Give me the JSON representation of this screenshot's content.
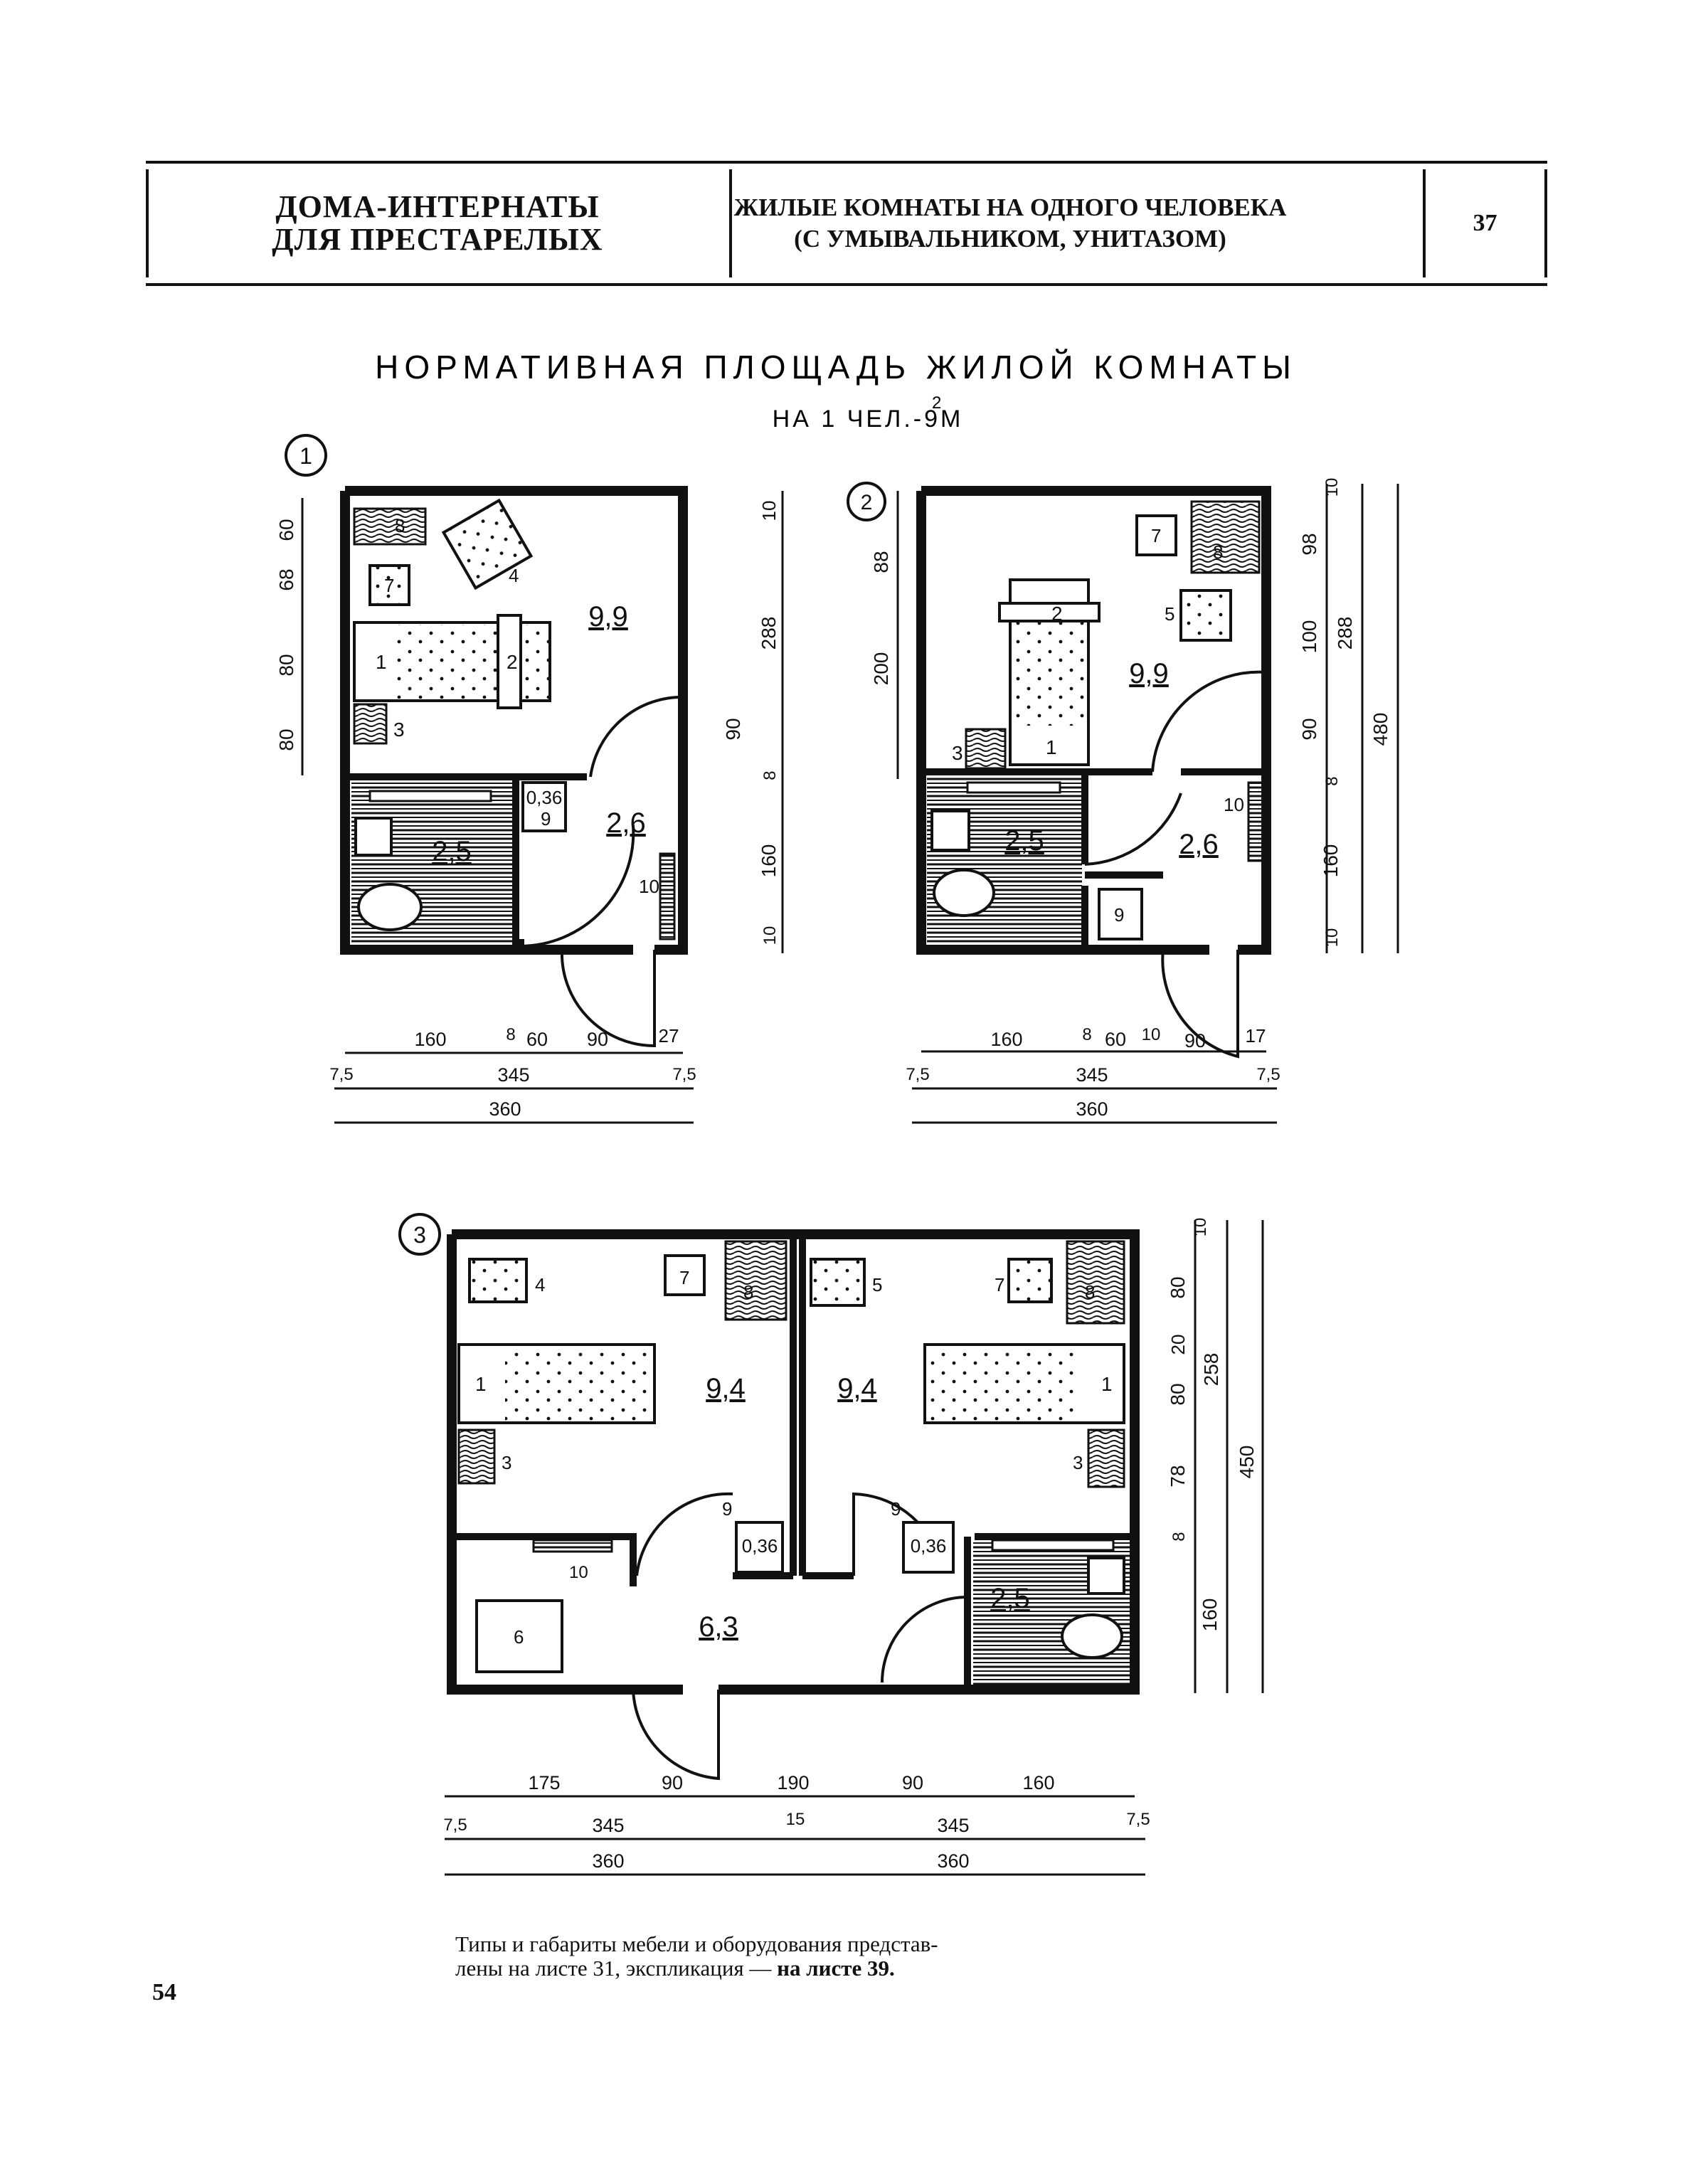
{
  "header": {
    "left_line1": "ДОМА-ИНТЕРНАТЫ",
    "left_line2": "ДЛЯ ПРЕСТАРЕЛЫХ",
    "mid_line1": "ЖИЛЫЕ КОМНАТЫ НА ОДНОГО ЧЕЛОВЕКА",
    "mid_line2": "(С УМЫВАЛЬНИКОМ, УНИТАЗОМ)",
    "sheet_number": "37"
  },
  "heading": {
    "title": "НОРМАТИВНАЯ ПЛОЩАДЬ ЖИЛОЙ КОМНАТЫ",
    "subtitle": "НА 1 ЧЕЛ.-9М",
    "superscript": "2"
  },
  "plan1": {
    "marker": "1",
    "room_area": "9,9",
    "bath_area": "2,5",
    "hall_area": "2,6",
    "closet_area": "0,36",
    "furniture": [
      "1",
      "2",
      "3",
      "4",
      "7",
      "8",
      "9",
      "10"
    ],
    "dims_left": [
      "60",
      "68",
      "80",
      "80"
    ],
    "dims_right": [
      "10",
      "288",
      "90",
      "8",
      "160",
      "10"
    ],
    "dims_bottom_row1": [
      "160",
      "8",
      "60",
      "90",
      "27"
    ],
    "dims_bottom_row2": [
      "7,5",
      "345",
      "7,5"
    ],
    "dims_bottom_row3": [
      "360"
    ]
  },
  "plan2": {
    "marker": "2",
    "room_area": "9,9",
    "bath_area": "2,5",
    "hall_area": "2,6",
    "furniture": [
      "1",
      "2",
      "3",
      "5",
      "7",
      "8",
      "9",
      "10"
    ],
    "dims_left": [
      "88",
      "200"
    ],
    "dims_right_inner": [
      "10",
      "98",
      "100",
      "90",
      "8",
      "160",
      "10"
    ],
    "dims_right_mid": [
      "288"
    ],
    "dims_right_outer": [
      "480"
    ],
    "dims_bottom_row1": [
      "160",
      "8",
      "60",
      "10",
      "90",
      "17"
    ],
    "dims_bottom_row2": [
      "7,5",
      "345",
      "7,5"
    ],
    "dims_bottom_row3": [
      "360"
    ]
  },
  "plan3": {
    "marker": "3",
    "room_left_area": "9,4",
    "room_right_area": "9,4",
    "hall_area": "6,3",
    "bath_area": "2,5",
    "closet_left": "0,36",
    "closet_right": "0,36",
    "furniture_left": [
      "4",
      "7",
      "8",
      "1",
      "3",
      "9",
      "10",
      "6"
    ],
    "furniture_right": [
      "5",
      "7",
      "8",
      "1",
      "3",
      "9"
    ],
    "dims_right_inner": [
      "10",
      "80",
      "20",
      "80",
      "78",
      "8",
      "160"
    ],
    "dims_right_mid": [
      "258"
    ],
    "dims_right_outer": [
      "450"
    ],
    "dims_bottom_row1": [
      "175",
      "90",
      "190",
      "90",
      "160"
    ],
    "dims_bottom_row2": [
      "7,5",
      "345",
      "15",
      "345",
      "7,5"
    ],
    "dims_bottom_row3": [
      "360",
      "360"
    ]
  },
  "caption": {
    "text_a": "Типы и габариты мебели и оборудования представ-",
    "text_b": "лены на листе 31, экспликация —",
    "text_b_bold": " на листе 39."
  },
  "page_number": "54"
}
